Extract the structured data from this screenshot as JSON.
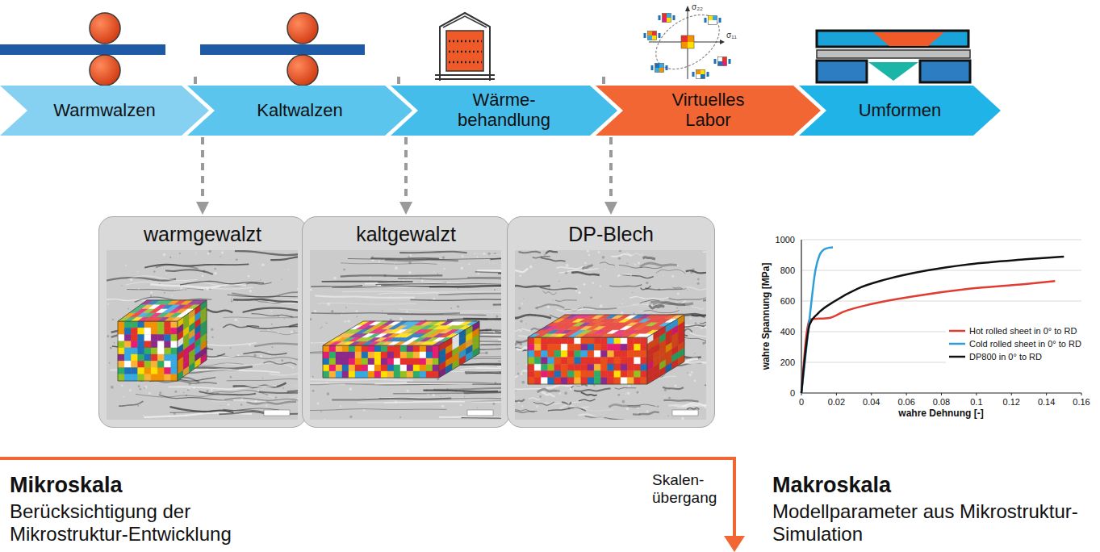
{
  "diagram": {
    "nodes": [
      {
        "text": [
          "Warmwalzen"
        ]
      },
      {
        "text": [
          "Kaltwalzen"
        ]
      },
      {
        "text": [
          "Wärme- behandlung"
        ]
      },
      {
        "text": [
          "Virtuelles Labor"
        ]
      },
      {
        "text": [
          "Umformen"
        ]
      },
      {
        "text": [
          "warmgewalzt"
        ]
      },
      {
        "text": [
          "kaltgewalzt"
        ]
      },
      {
        "text": [
          "DP-Blech"
        ]
      }
    ],
    "edges": [
      {
        "from": 0,
        "to": 5,
        "arrow": "to"
      },
      {
        "from": 1,
        "to": 6,
        "arrow": "to"
      },
      {
        "from": 2,
        "to": 7,
        "arrow": "to"
      }
    ],
    "labels": [
      "1000",
      "800",
      "600",
      "400",
      "200",
      "0",
      "0",
      "0.02",
      "0.04",
      "0.06",
      "0.08",
      "0.1",
      "0.12",
      "0.14",
      "0.16",
      "wahre Spannung [MPa]",
      "wahre Dehnung [-]",
      "Mikroskala",
      "Berücksichtigung der Mikrostruktur-Entwicklung",
      "Skalen- übergang",
      "Makroskala",
      "Modellparameter aus Mikrostruktur-Simulation",
      "σ₂₂",
      "σ₁₁"
    ],
    "legend": [
      {
        "text": "Hot rolled sheet in 0° to RD"
      },
      {
        "text": "Cold rolled sheet in 0° to RD"
      },
      {
        "text": "DP800 in 0° to RD"
      }
    ]
  }
}
